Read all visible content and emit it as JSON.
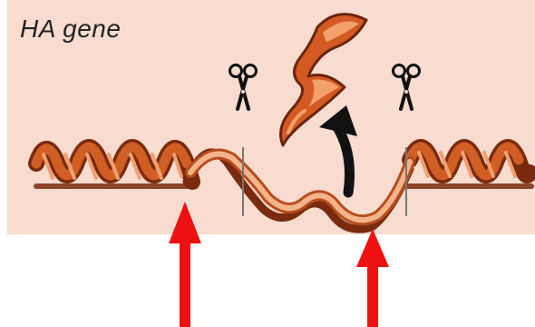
{
  "label": "HA gene",
  "colors": {
    "background": "#f7dccf",
    "helix_dark": "#7a2b0f",
    "helix_mid": "#c4521f",
    "helix_light": "#f0a070",
    "strand_light": "#f2b48a",
    "arrow_black": "#111111",
    "marker_red": "#ee1111"
  },
  "icons": [
    "scissors-icon",
    "scissors-icon",
    "curved-arrow-icon",
    "excised-dna-fragment",
    "red-arrow-up",
    "red-arrow-up"
  ]
}
